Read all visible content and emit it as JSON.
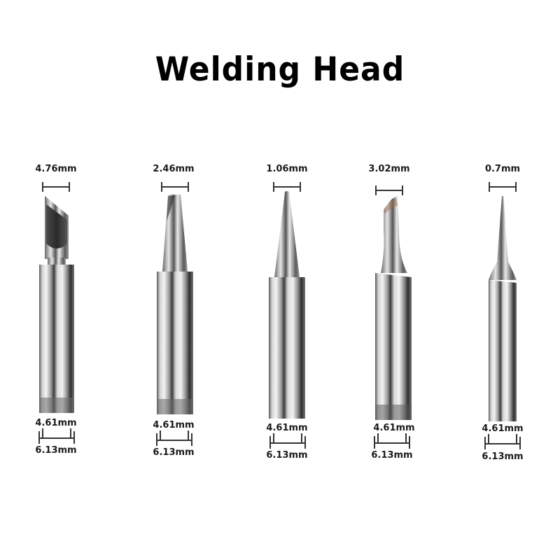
{
  "title": "Welding Head",
  "colors": {
    "text": "#1a1a1a",
    "metal_light": "#e8e8e8",
    "metal_mid": "#b5b5b5",
    "metal_dark": "#3a3a3a"
  },
  "tips": [
    {
      "shape": "knife-bevel",
      "tip_width": "4.76mm",
      "inner_diameter": "4.61mm",
      "outer_diameter": "6.13mm"
    },
    {
      "shape": "chisel",
      "tip_width": "2.46mm",
      "inner_diameter": "4.61mm",
      "outer_diameter": "6.13mm"
    },
    {
      "shape": "conical",
      "tip_width": "1.06mm",
      "inner_diameter": "4.61mm",
      "outer_diameter": "6.13mm"
    },
    {
      "shape": "bent-bevel",
      "tip_width": "3.02mm",
      "inner_diameter": "4.61mm",
      "outer_diameter": "6.13mm"
    },
    {
      "shape": "fine-point",
      "tip_width": "0.7mm",
      "inner_diameter": "4.61mm",
      "outer_diameter": "6.13mm"
    }
  ]
}
